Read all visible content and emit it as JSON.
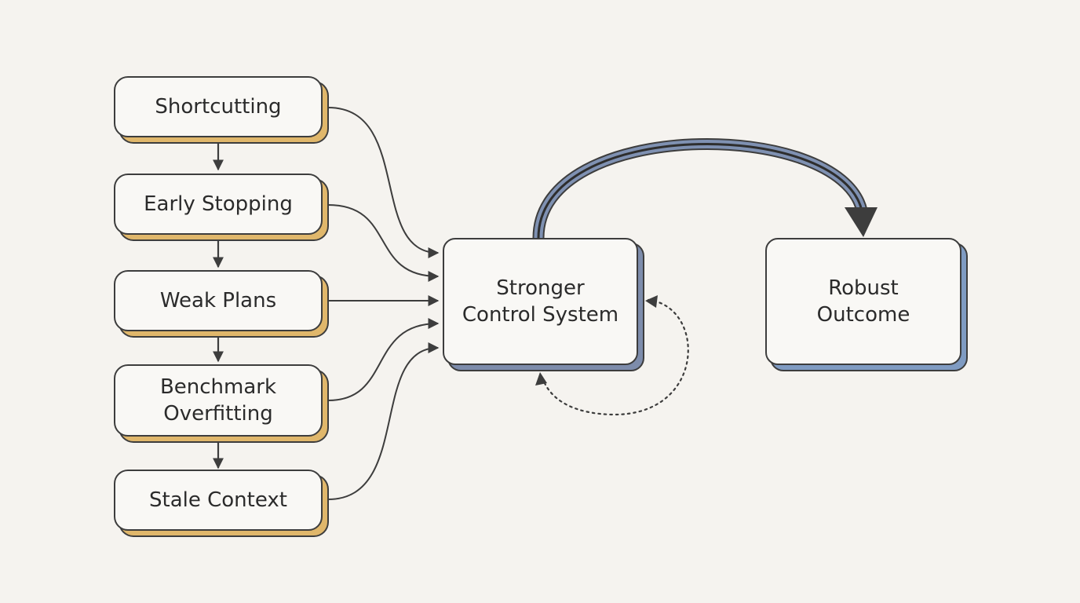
{
  "nodes": {
    "shortcutting": "Shortcutting",
    "early_stopping": "Early Stopping",
    "weak_plans": "Weak Plans",
    "benchmark_overfitting": "Benchmark\nOverfitting",
    "stale_context": "Stale Context",
    "control_system": "Stronger\nControl System",
    "outcome": "Robust\nOutcome"
  },
  "colors": {
    "background": "#f5f3ef",
    "node_fill": "#f9f8f5",
    "outline": "#3d3d3d",
    "left_shadow": "#e0b76b",
    "control_shadow": "#7d8cab",
    "outcome_shadow": "#7f9bc2",
    "big_arrow_band": "#7f91b2"
  }
}
